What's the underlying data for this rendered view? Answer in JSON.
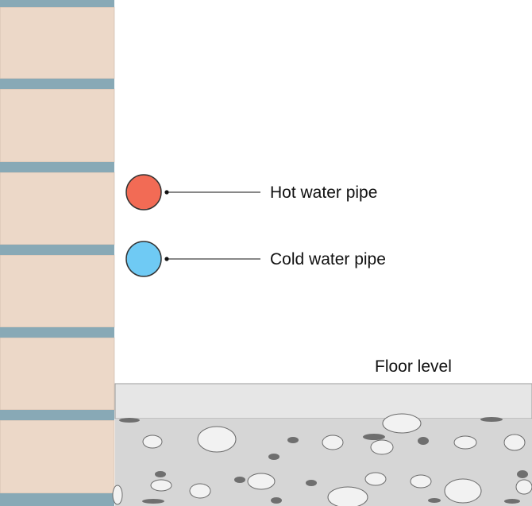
{
  "labels": {
    "hot_pipe": "Hot water pipe",
    "cold_pipe": "Cold water pipe",
    "floor": "Floor level"
  },
  "colors": {
    "brick": "#ecd8c8",
    "mortar": "#88a9b6",
    "hot_pipe": "#f26b55",
    "cold_pipe": "#6fcaf4",
    "floor_screed": "#e6e6e6",
    "concrete": "#d6d6d6",
    "aggregate_light": "#f2f2f2",
    "aggregate_dark": "#6f6f6f"
  }
}
